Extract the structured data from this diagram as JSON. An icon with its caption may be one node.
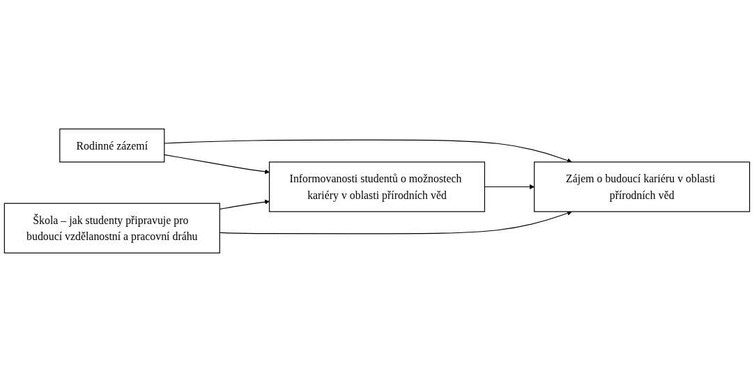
{
  "diagram": {
    "nodes": [
      {
        "text": [
          "Rodinné zázemí"
        ]
      },
      {
        "text": [
          "Zájem o budoucí kariéru v oblasti přírodních věd"
        ]
      },
      {
        "text": [
          "Informovanosti studentů o možnostech kariéry v oblasti přírodních věd"
        ]
      },
      {
        "text": [
          "Škola – jak studenty připravuje pro budoucí vzdělanostní a pracovní dráhu"
        ]
      }
    ],
    "edges": [
      {
        "from": 0,
        "to": 1,
        "arrow": "to"
      },
      {
        "from": 0,
        "to": 2,
        "arrow": "to"
      },
      {
        "from": 2,
        "to": 1,
        "arrow": "to"
      },
      {
        "from": 3,
        "to": 2,
        "arrow": "to"
      },
      {
        "from": 3,
        "to": 1,
        "arrow": "to"
      }
    ]
  }
}
